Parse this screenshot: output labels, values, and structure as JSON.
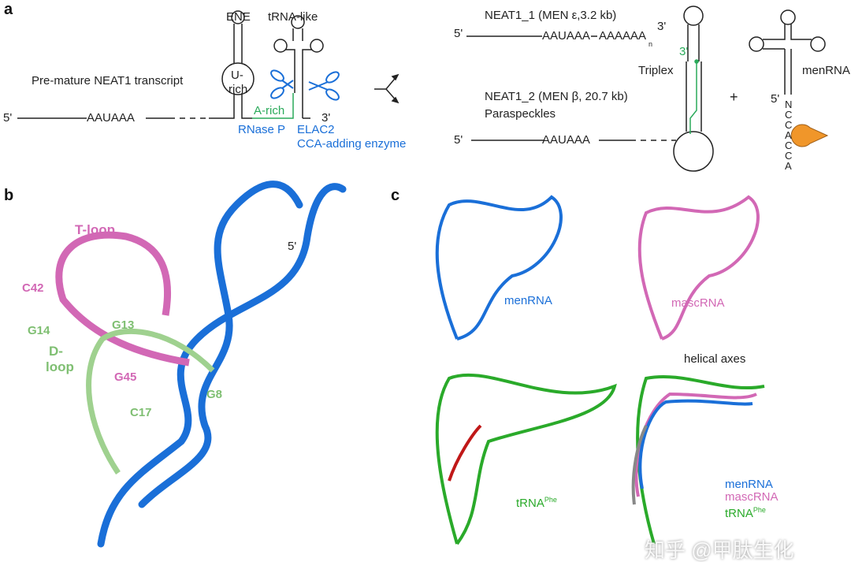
{
  "panels": {
    "a": "a",
    "b": "b",
    "c": "c"
  },
  "panel_a": {
    "ene": "ENE",
    "trna_like": "tRNA-like",
    "u_rich_1": "U-",
    "u_rich_2": "rich",
    "premature": "Pre-mature NEAT1 transcript",
    "five_prime": "5'",
    "aauaaa": "AAUAAA",
    "a_rich": "A-rich",
    "three_prime": "3'",
    "rnase_p": "RNase P",
    "elac2": "ELAC2",
    "cca": "CCA-adding enzyme",
    "neat1_1": "NEAT1_1 (MEN ε,3.2 kb)",
    "polyA": "AAAAAA",
    "polyA_sub": "n",
    "neat1_2": "NEAT1_2 (MEN β, 20.7 kb)",
    "paraspeckles": "Paraspeckles",
    "triplex": "Triplex",
    "plus": "+",
    "menrna": "menRNA",
    "cca_tail": [
      "N",
      "C",
      "C",
      "A",
      "C",
      "C",
      "A"
    ],
    "colors": {
      "enzyme": "#1a6fd8",
      "a_rich": "#2aaa5a",
      "pacman": "#f0962a"
    }
  },
  "panel_b": {
    "t_loop": "T-loop",
    "c42": "C42",
    "g14": "G14",
    "g13": "G13",
    "d_loop_1": "D-",
    "d_loop_2": "loop",
    "g45": "G45",
    "g8": "G8",
    "c17": "C17",
    "five_prime": "5'",
    "colors": {
      "backbone": "#1a6fd8",
      "t_loop": "#d268b5",
      "d_loop": "#9fd18f"
    }
  },
  "panel_c": {
    "menrna": "menRNA",
    "mascrna": "mascRNA",
    "trna": "tRNA",
    "trna_sup": "Phe",
    "helical_axes": "helical axes",
    "legend": [
      {
        "label": "menRNA",
        "sup": "",
        "color": "#1a6fd8"
      },
      {
        "label": "mascRNA",
        "sup": "",
        "color": "#d268b5"
      },
      {
        "label": "tRNA",
        "sup": "Phe",
        "color": "#2aaa2a"
      }
    ]
  },
  "watermark": "知乎 @甲肽生化"
}
